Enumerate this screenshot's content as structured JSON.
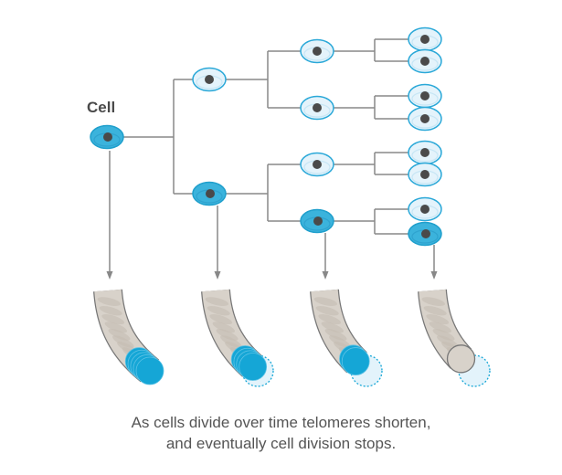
{
  "label": "Cell",
  "caption": {
    "line1": "As cells divide over time telomeres shorten,",
    "line2": "and eventually cell division stops."
  },
  "colors": {
    "dark_cell": "#3bb3dc",
    "light_cell": "#e4f3fb",
    "telomere": "#15a6d6",
    "line": "#888888",
    "chromosome": "#d8d2ca",
    "nucleus": "#4a4a4a"
  }
}
